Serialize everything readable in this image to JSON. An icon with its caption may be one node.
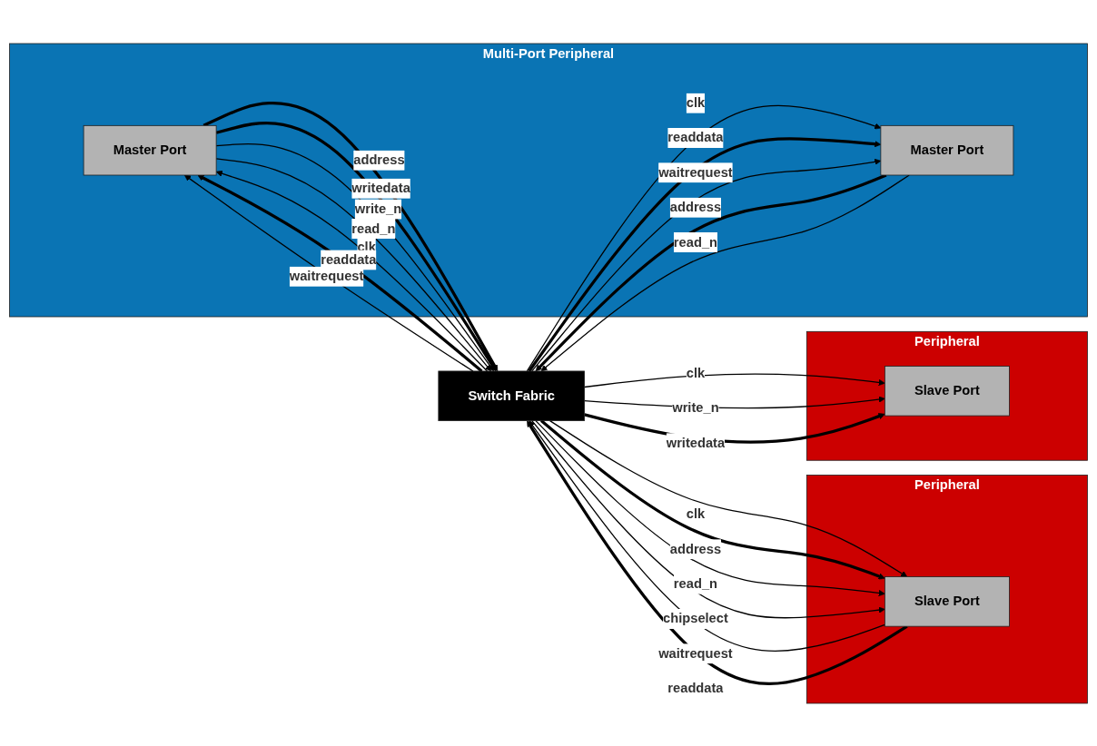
{
  "diagram": {
    "nodes": [
      {
        "text": [
          "Multi-Port Peripheral"
        ]
      },
      {
        "text": [
          "Master Port"
        ],
        "in": 0
      },
      {
        "text": [
          "Master Port"
        ],
        "in": 0
      },
      {
        "text": [
          "Switch Fabric"
        ]
      },
      {
        "text": [
          "Peripheral"
        ]
      },
      {
        "text": [
          "Slave Port"
        ],
        "in": 4
      },
      {
        "text": [
          "Peripheral"
        ]
      },
      {
        "text": [
          "Slave Port"
        ],
        "in": 6
      }
    ],
    "edges": [
      {
        "from": 3,
        "to": 1,
        "arrow": "to",
        "label": "clk"
      },
      {
        "from": 1,
        "to": 3,
        "arrow": "to",
        "label": "address",
        "style": "thick"
      },
      {
        "from": 1,
        "to": 3,
        "arrow": "to",
        "label": "writedata",
        "style": "thick"
      },
      {
        "from": 1,
        "to": 3,
        "arrow": "to",
        "label": "write_n"
      },
      {
        "from": 3,
        "to": 1,
        "arrow": "to",
        "label": "readdata",
        "style": "thick"
      },
      {
        "from": 1,
        "to": 3,
        "arrow": "to",
        "label": "read_n"
      },
      {
        "from": 3,
        "to": 1,
        "arrow": "to",
        "label": "waitrequest"
      },
      {
        "from": 3,
        "to": 2,
        "arrow": "to",
        "label": "clk"
      },
      {
        "from": 2,
        "to": 3,
        "arrow": "to",
        "label": "address",
        "style": "thick"
      },
      {
        "from": 3,
        "to": 2,
        "arrow": "to",
        "label": "readdata",
        "style": "thick"
      },
      {
        "from": 2,
        "to": 3,
        "arrow": "to",
        "label": "read_n"
      },
      {
        "from": 3,
        "to": 2,
        "arrow": "to",
        "label": "waitrequest"
      },
      {
        "from": 3,
        "to": 5,
        "arrow": "to",
        "label": "clk"
      },
      {
        "from": 3,
        "to": 5,
        "arrow": "to",
        "label": "address",
        "style": "thick"
      },
      {
        "from": 3,
        "to": 5,
        "arrow": "to",
        "label": "read_n"
      },
      {
        "from": 3,
        "to": 5,
        "arrow": "to",
        "label": "chipselect"
      },
      {
        "from": 5,
        "to": 3,
        "arrow": "to",
        "label": "waitrequest"
      },
      {
        "from": 5,
        "to": 3,
        "arrow": "to",
        "label": "readdata",
        "style": "thick"
      },
      {
        "from": 3,
        "to": 7,
        "arrow": "to",
        "label": "clk"
      },
      {
        "from": 3,
        "to": 7,
        "arrow": "to",
        "label": "write_n"
      },
      {
        "from": 3,
        "to": 7,
        "arrow": "to",
        "label": "writedata",
        "style": "thick"
      }
    ]
  }
}
